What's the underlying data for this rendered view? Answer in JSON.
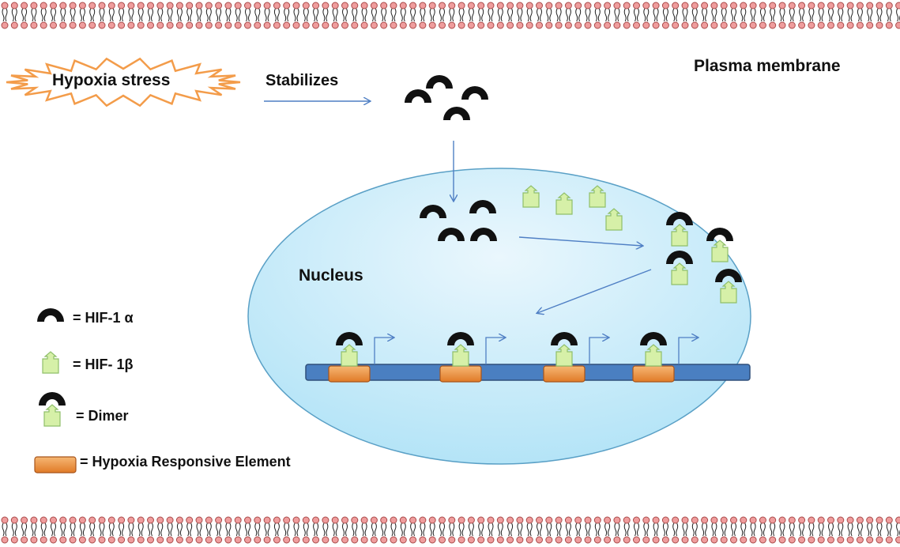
{
  "labels": {
    "membrane": "Plasma membrane",
    "stress": "Hypoxia stress",
    "stabilizes": "Stabilizes",
    "nucleus": "Nucleus"
  },
  "legend": {
    "alpha": "= HIF-1 α",
    "beta": "= HIF- 1β",
    "dimer": "= Dimer",
    "hre": "= Hypoxia Responsive Element"
  },
  "colors": {
    "membrane_head": "#ef9d9d",
    "membrane_stroke": "#a94a4a",
    "star_stroke": "#f39c4a",
    "arrow": "#4f7fc4",
    "nucleus_fill_light": "#eaf7fd",
    "nucleus_fill": "#b4e4f7",
    "nucleus_stroke": "#5aa0c6",
    "hif_alpha": "#111111",
    "hif_beta_fill": "#d6f0a8",
    "hif_beta_stroke": "#8fbf6a",
    "dna_fill": "#4a7fc1",
    "dna_stroke": "#2f4f7a",
    "hre_fill": "#e07a27"
  },
  "icons": {
    "hif_alpha": "half-donut-icon",
    "hif_beta": "arrow-box-icon",
    "dimer": "dimer-icon",
    "hre": "orange-box-icon"
  }
}
